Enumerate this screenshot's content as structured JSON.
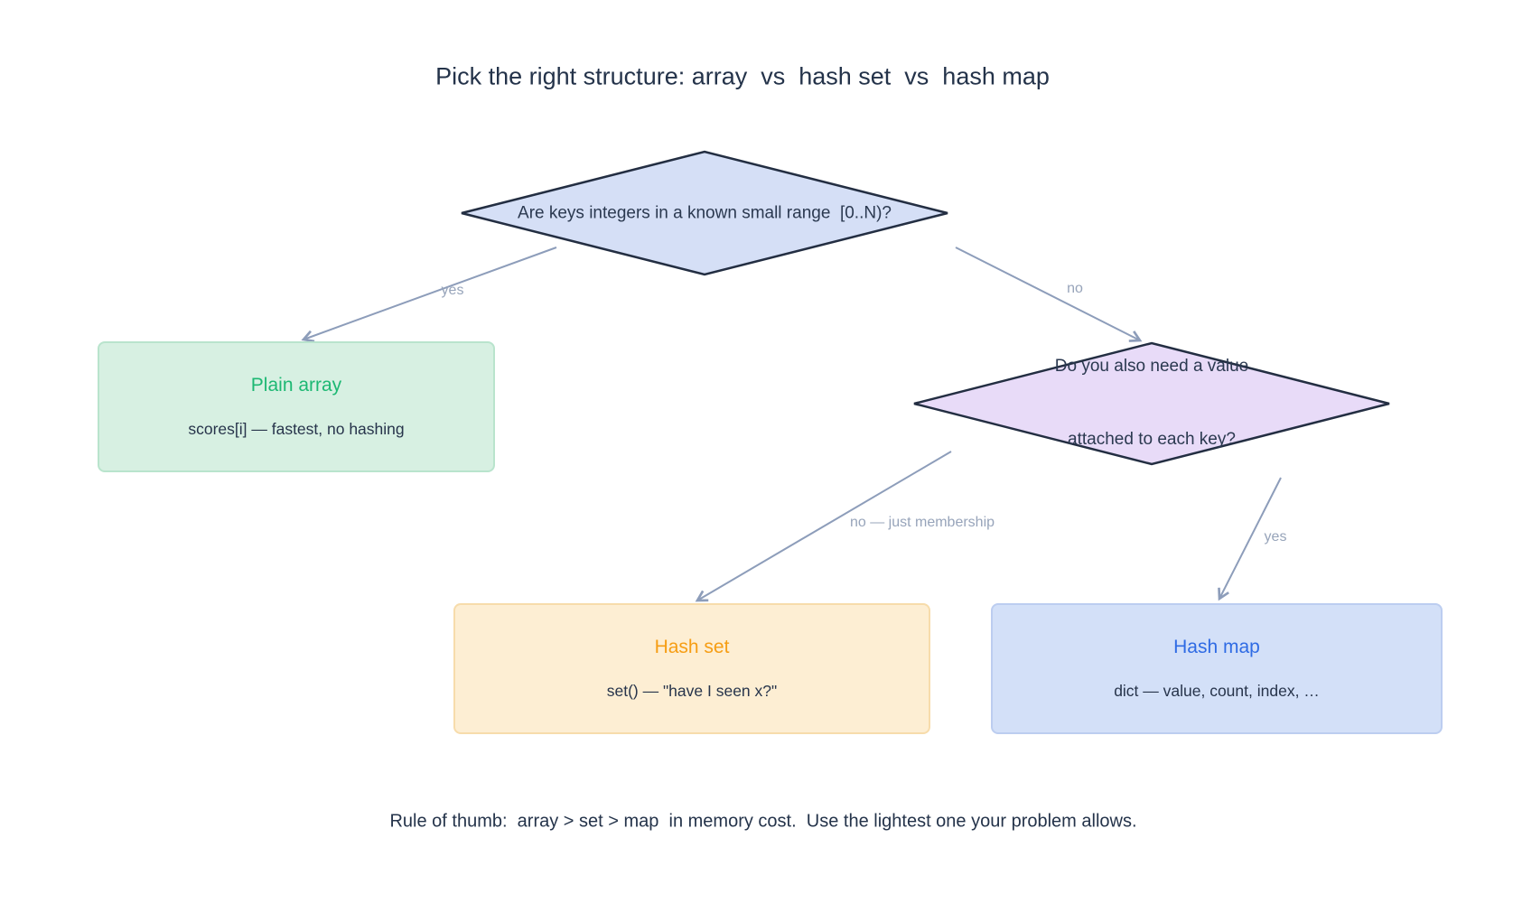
{
  "title": "Pick the right structure: array  vs  hash set  vs  hash map",
  "decision1": {
    "text": "Are keys integers in a known small range  [0..N)?"
  },
  "decision2": {
    "line1": "Do you also need a value",
    "line2": "attached to each key?"
  },
  "edges": {
    "yes1_label": "yes",
    "no1_label": "no",
    "no2_label": "no — just membership",
    "yes2_label": "yes"
  },
  "nodes": {
    "plain_array": {
      "title": "Plain array",
      "subtitle": "scores[i] — fastest, no hashing"
    },
    "hash_set": {
      "title": "Hash set",
      "subtitle": "set() — \"have I seen x?\""
    },
    "hash_map": {
      "title": "Hash map",
      "subtitle": "dict — value, count, index, …"
    }
  },
  "footer": "Rule of thumb:  array > set > map  in memory cost.  Use the lightest one your problem allows.",
  "colors": {
    "diamond1_fill": "#d5dff6",
    "diamond2_fill": "#e8dbf8",
    "diamond_border": "#232e42",
    "arrow": "#8d9dba",
    "edge_label": "#97a4ba",
    "plain_array_fill": "#d7f0e2",
    "plain_array_border": "#b9e4cd",
    "plain_array_title": "#1db873",
    "hash_set_fill": "#fdeed3",
    "hash_set_border": "#f7dcab",
    "hash_set_title": "#f69d13",
    "hash_map_fill": "#d3e0f8",
    "hash_map_border": "#bccdf0",
    "hash_map_title": "#2f6be4",
    "text_dark": "#27344b",
    "title_text": "#24334a"
  }
}
